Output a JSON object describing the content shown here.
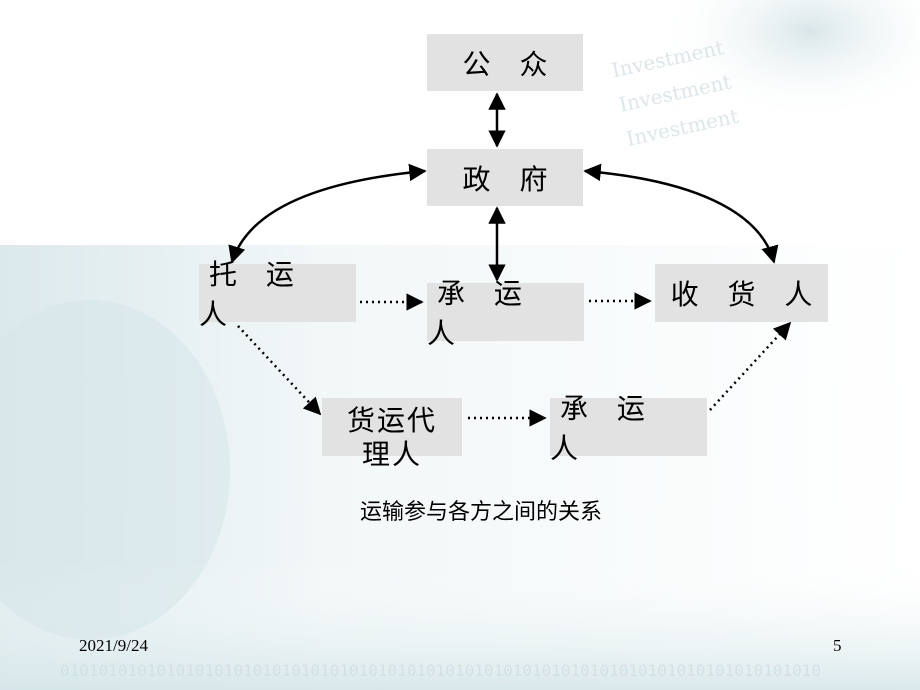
{
  "diagram": {
    "nodes": {
      "public": "公 众",
      "government": "政 府",
      "shipper": "托 运 人",
      "carrier_top": "承 运 人",
      "consignee": "收 货 人",
      "freight_agent_line1": "货运代",
      "freight_agent_line2": "理人",
      "carrier_bottom": "承 运 人"
    },
    "caption": "运输参与各方之间的关系"
  },
  "footer": {
    "date": "2021/9/24",
    "page_number": "5"
  },
  "colors": {
    "box_fill": "#e2e2e2",
    "arrow": "#000000",
    "background_tint": "#cfe3e6"
  }
}
